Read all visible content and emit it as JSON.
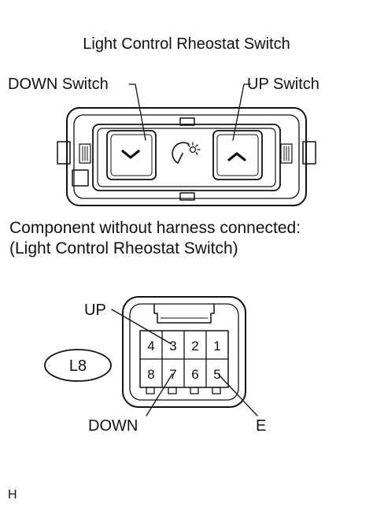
{
  "title": "Light Control Rheostat Switch",
  "switch_labels": {
    "down": "DOWN Switch",
    "up": "UP Switch"
  },
  "caption": {
    "line1": "Component without harness connected:",
    "line2": "(Light Control Rheostat Switch)"
  },
  "connector": {
    "id": "L8",
    "top_pins": [
      "4",
      "3",
      "2",
      "1"
    ],
    "bottom_pins": [
      "8",
      "7",
      "6",
      "5"
    ],
    "callouts": {
      "up": "UP",
      "down": "DOWN",
      "e": "E"
    }
  },
  "corner_mark": "H",
  "icons": {
    "down_button": "chevron-down-icon",
    "up_button": "chevron-up-icon",
    "center": "illumination-dimmer-icon"
  }
}
